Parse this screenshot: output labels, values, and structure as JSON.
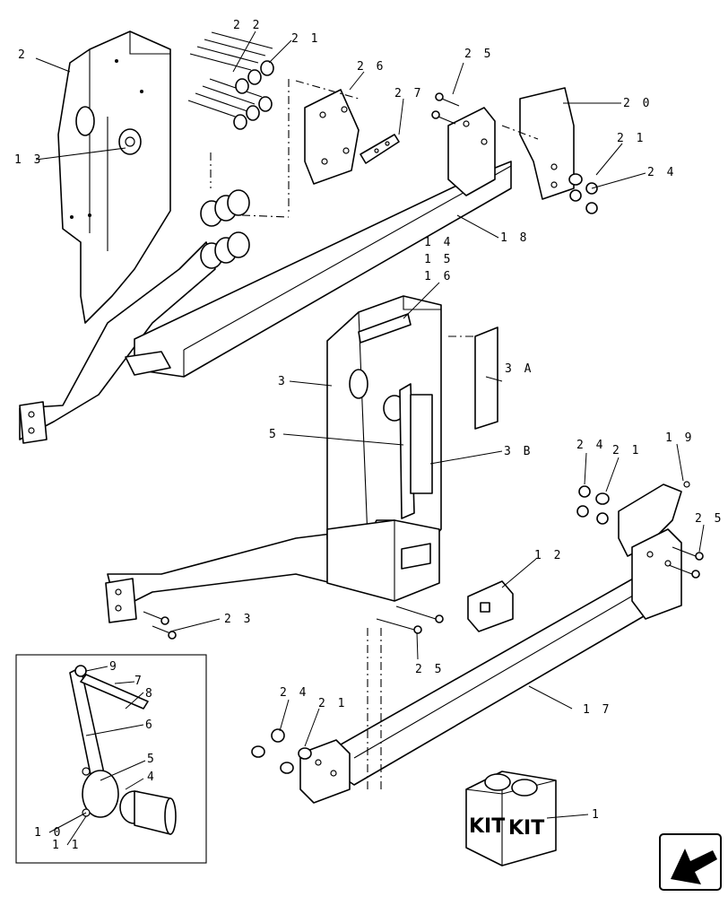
{
  "callouts": {
    "c1": "1",
    "c2": "2",
    "c3": "3",
    "c3a": "3 A",
    "c3b": "3 B",
    "c4": "4",
    "c5a": "5",
    "c5b": "5",
    "c6": "6",
    "c7": "7",
    "c8": "8",
    "c9": "9",
    "c10": "1 0",
    "c11": "1 1",
    "c12": "1 2",
    "c13": "1 3",
    "c14": "1 4",
    "c15": "1 5",
    "c16": "1 6",
    "c17": "1 7",
    "c18": "1 8",
    "c19": "1 9",
    "c20": "2 0",
    "c21a": "2 1",
    "c21b": "2 1",
    "c21c": "2 1",
    "c21d": "2 1",
    "c22": "2 2",
    "c23": "2 3",
    "c24a": "2 4",
    "c24b": "2 4",
    "c24c": "2 4",
    "c25a": "2 5",
    "c25b": "2 5",
    "c25c": "2 5",
    "c26": "2 6",
    "c27": "2 7"
  },
  "kit": {
    "label_left": "KIT",
    "label_right": "KIT"
  },
  "nav": {
    "icon": "next-page-arrow-icon"
  }
}
